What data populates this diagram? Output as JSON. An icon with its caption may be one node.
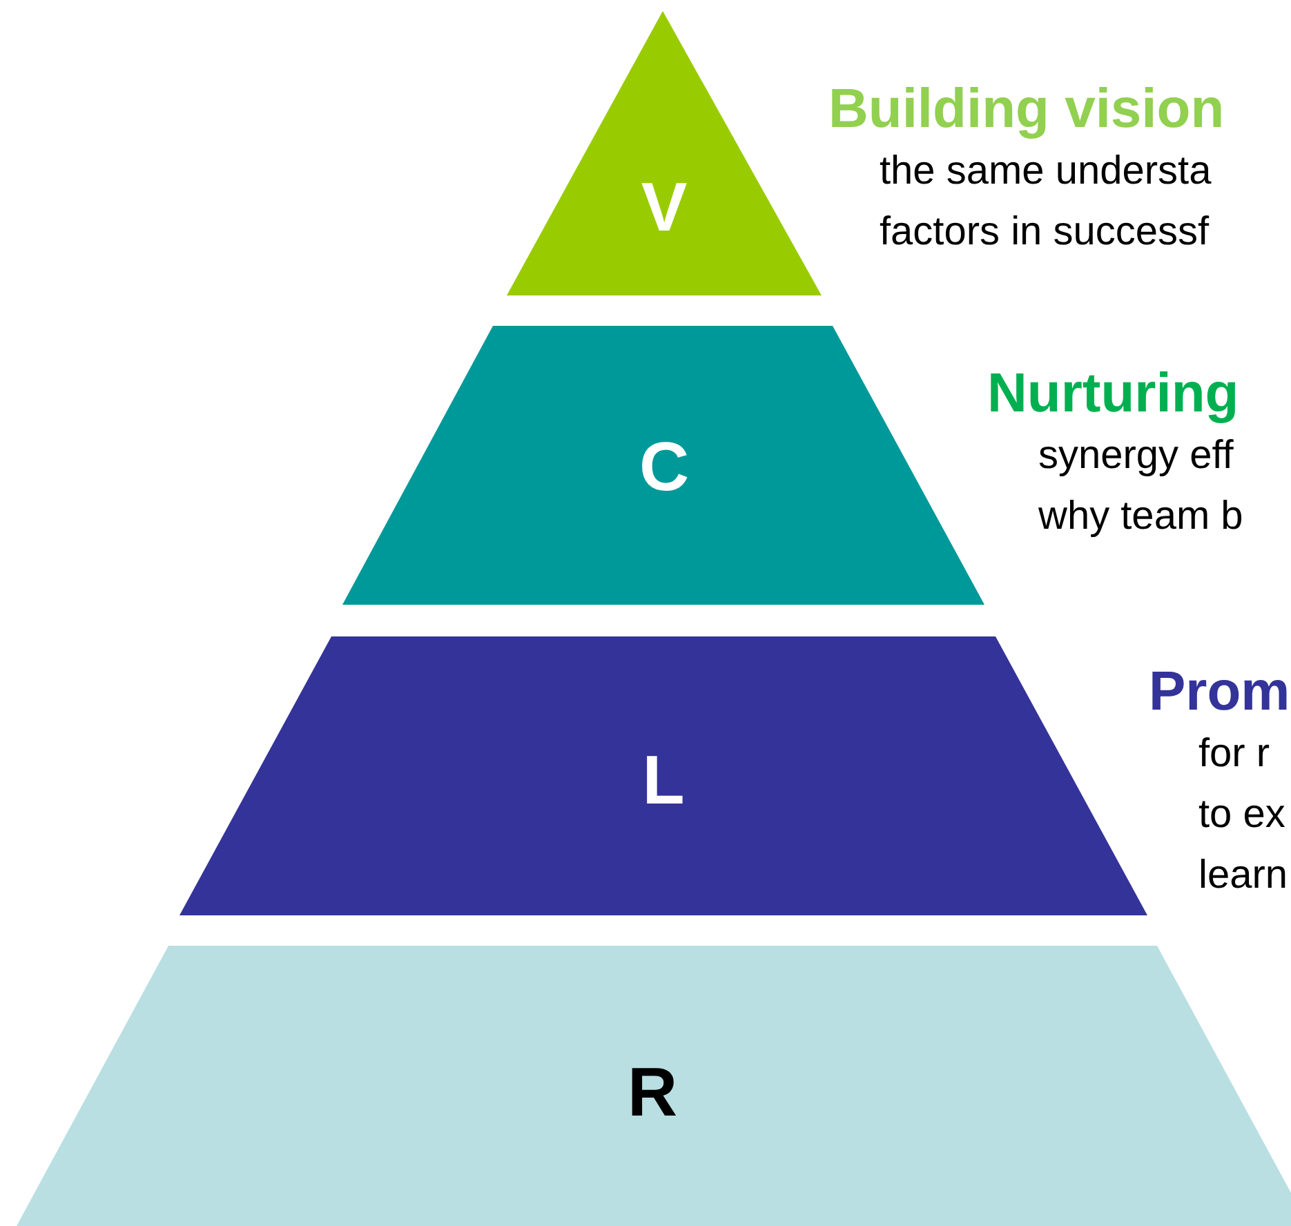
{
  "diagram": {
    "nodes": [
      {
        "text": [
          "V"
        ],
        "beside": [
          "Building vision",
          "the same understa",
          "factors in successf"
        ]
      },
      {
        "text": [
          "C"
        ],
        "beside": [
          "Nurturing",
          "synergy eff",
          "why team b"
        ]
      },
      {
        "text": [
          "L"
        ],
        "beside": [
          "Prom",
          "for r",
          "to ex",
          "learn"
        ]
      },
      {
        "text": [
          "R"
        ]
      }
    ]
  }
}
